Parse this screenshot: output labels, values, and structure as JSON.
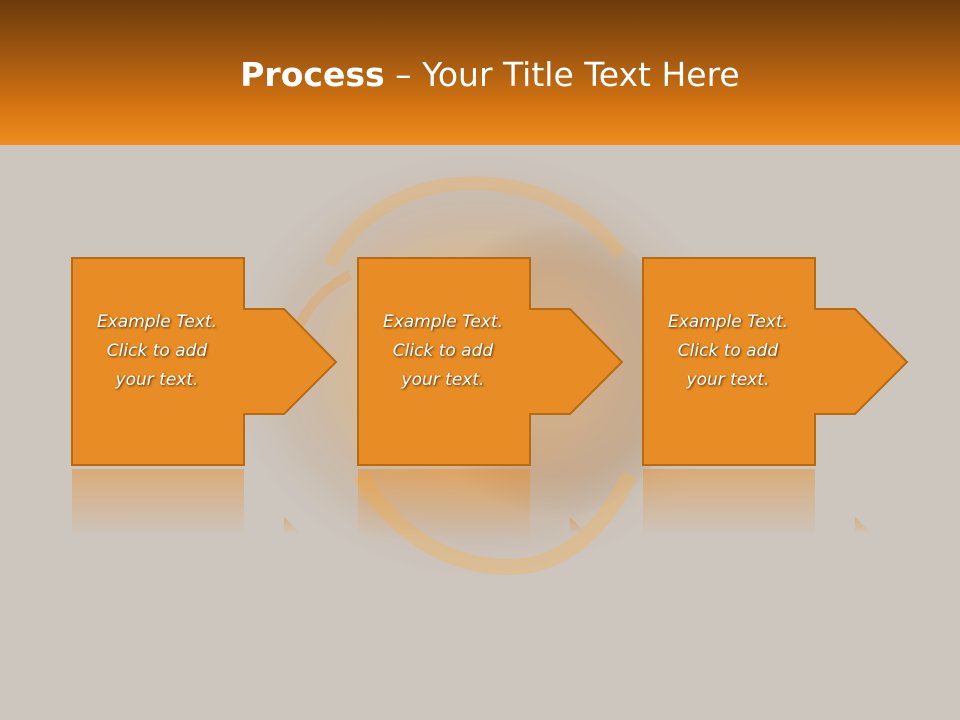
{
  "slide": {
    "title_bold": "Process",
    "title_rest": " – Your Title Text Here"
  },
  "steps": [
    {
      "line1": "Example Text.",
      "line2": "Click  to add",
      "line3": "your text."
    },
    {
      "line1": "Example Text.",
      "line2": "Click  to add",
      "line3": "your text."
    },
    {
      "line1": "Example Text.",
      "line2": "Click  to add",
      "line3": "your text."
    }
  ],
  "colors": {
    "header_dark": "#6b3a0a",
    "header_light": "#ef8d1f",
    "step_fill": "#e88c25",
    "step_stroke": "#b86a12",
    "background": "#cdc6bf"
  }
}
